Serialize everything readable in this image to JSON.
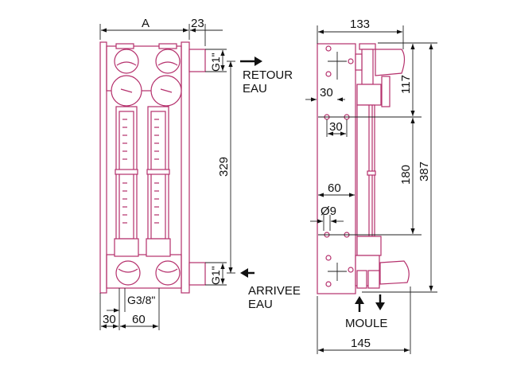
{
  "drawing": {
    "line_color": "#b5306c",
    "front_view": {
      "dim_width_label": "A",
      "dim_offset": "23",
      "top_thread": "G1\"",
      "bottom_thread": "G1\"",
      "outlet_label_1": "RETOUR",
      "outlet_label_2": "EAU",
      "inlet_label_1": "ARRIVEE",
      "inlet_label_2": "EAU",
      "dim_height": "329",
      "small_thread": "G3/8\"",
      "dim_edge": "30",
      "dim_pitch": "60"
    },
    "side_view": {
      "dim_top_width": "133",
      "dim_top_height": "117",
      "dim_hole_offset": "30",
      "dim_hole_pitch": "30",
      "dim_hole_spacing": "180",
      "dim_total_height": "387",
      "dim_plate_depth": "60",
      "dim_hole_diameter": "Ø9",
      "mold_label": "MOULE",
      "dim_bottom_width": "145"
    }
  }
}
